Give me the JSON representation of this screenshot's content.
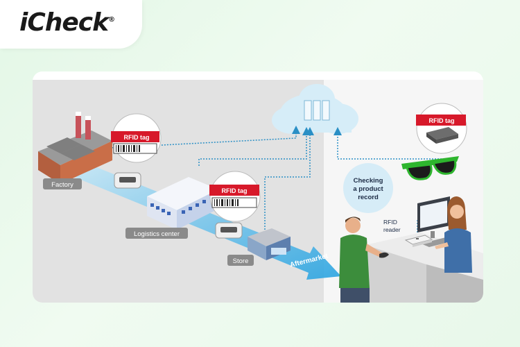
{
  "brand": {
    "name": "iCheck",
    "registered_mark": "®",
    "accent_color": "#27ae3c"
  },
  "diagram": {
    "tags": {
      "factory_tag": "RFID tag",
      "logistics_tag": "RFID tag",
      "glasses_tag": "RFID tag"
    },
    "labels": {
      "factory": "Factory",
      "logistics": "Logistics center",
      "store": "Store",
      "aftermarket": "Aftermarket",
      "checking_line1": "Checking",
      "checking_line2": "a product",
      "checking_line3": "record",
      "reader_line1": "RFID",
      "reader_line2": "reader"
    },
    "colors": {
      "flow_arrow": "#29a3e0",
      "cloud": "#d6edf8",
      "tag_red": "#d7192a",
      "glasses_green": "#2eb52e"
    }
  }
}
